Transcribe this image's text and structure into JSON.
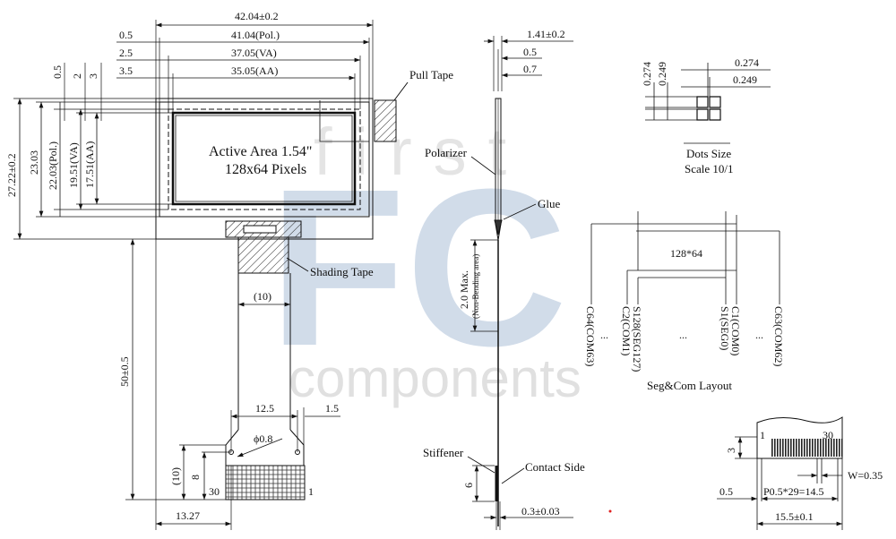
{
  "watermark": {
    "top": "first",
    "logo": "FC",
    "bottom": "components"
  },
  "front_view": {
    "dims_top": [
      "42.04±0.2",
      "41.04(Pol.)",
      "37.05(VA)",
      "35.05(AA)"
    ],
    "dims_left_offsets": [
      "0.5",
      "2.5",
      "3.5"
    ],
    "dims_left_vertical_small": [
      "0.5",
      "2",
      "3"
    ],
    "dims_vertical": [
      "27.22±0.2",
      "23.03",
      "22.03(Pol.)",
      "19.51(VA)",
      "17.51(AA)"
    ],
    "active_area_line1": "Active Area 1.54\"",
    "active_area_line2": "128x64 Pixels",
    "pull_tape": "Pull Tape",
    "shading_tape": "Shading Tape",
    "fpc_width": "(10)",
    "fpc_length": "50±0.5",
    "pitch_12_5": "12.5",
    "dim_1_5": "1.5",
    "hole": "ϕ0.8",
    "dim_10": "(10)",
    "dim_8": "8",
    "pin_30": "30",
    "pin_1": "1",
    "dim_13_27": "13.27"
  },
  "side_view": {
    "thickness": "1.41±0.2",
    "dim_0_5": "0.5",
    "dim_0_7": "0.7",
    "polarizer": "Polarizer",
    "glue": "Glue",
    "bend_line1": "2.0 Max.",
    "bend_line2": "(Non-Bending area)",
    "stiffener": "Stiffener",
    "contact_side": "Contact Side",
    "dim_6": "6",
    "fpc_thickness": "0.3±0.03"
  },
  "dots": {
    "v1": "0.274",
    "v2": "0.249",
    "h1": "0.274",
    "h2": "0.249",
    "title": "Dots Size",
    "scale": "Scale 10/1"
  },
  "segcom": {
    "matrix": "128*64",
    "labels": [
      "C64(COM63)",
      "C2(COM1)",
      "S128(SEG127)",
      "S1(SEG0)",
      "C1(COM0)",
      "C63(COM62)"
    ],
    "ellipsis": "...",
    "title": "Seg&Com Layout"
  },
  "connector": {
    "pin1": "1",
    "pin30": "30",
    "dim_3": "3",
    "width": "W=0.35",
    "dim_0_5": "0.5",
    "pitch": "P0.5*29=14.5",
    "total": "15.5±0.1"
  }
}
